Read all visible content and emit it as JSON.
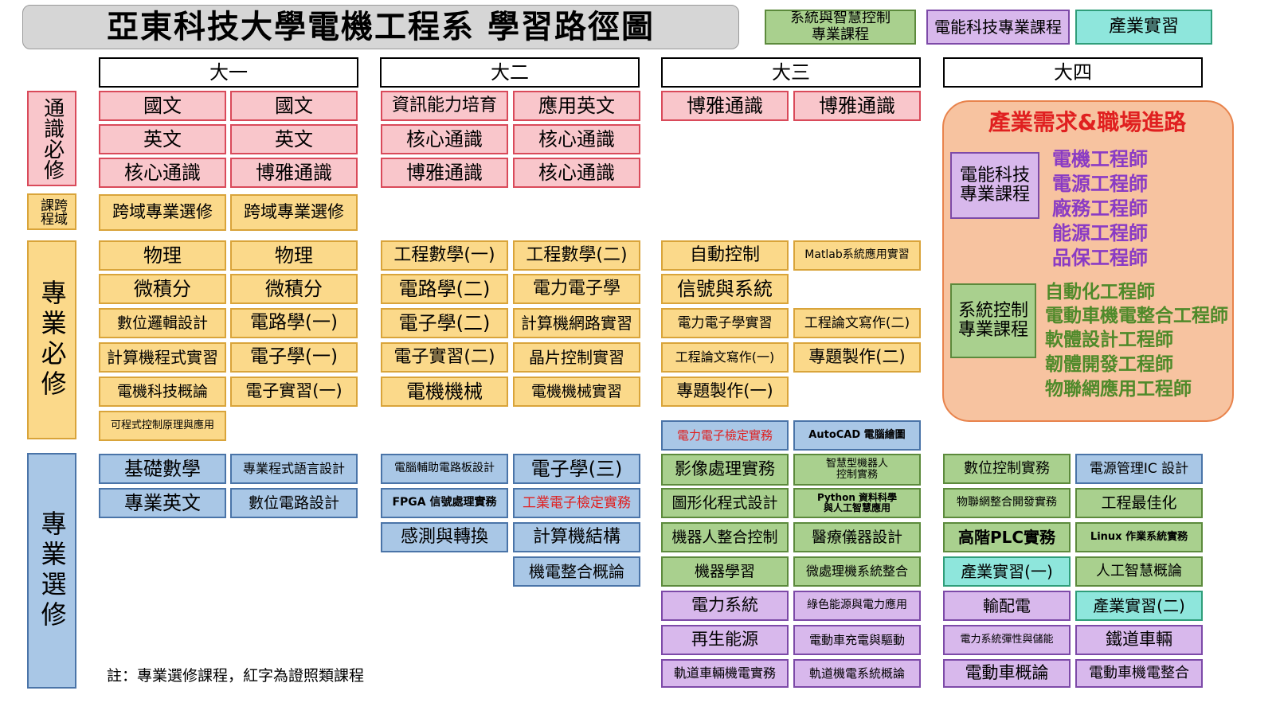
{
  "title": "亞東科技大學電機工程系  學習路徑圖",
  "legend": [
    {
      "text": "系統與智慧控制\n專業課程",
      "color": "green"
    },
    {
      "text": "電能科技專業課程",
      "color": "purple"
    },
    {
      "text": "產業實習",
      "color": "teal"
    }
  ],
  "years": [
    "大一",
    "大二",
    "大三",
    "大四"
  ],
  "sections": {
    "general": "通識必修",
    "cross": "跨域課程",
    "required": "專業必修",
    "elective": "專業選修"
  },
  "note": "註：專業選修課程，紅字為證照類課程",
  "career": {
    "title": "產業需求&職場進路",
    "group1": {
      "label": "電能科技\n專業課程",
      "jobs": [
        "電機工程師",
        "電源工程師",
        "廠務工程師",
        "能源工程師",
        "品保工程師"
      ]
    },
    "group2": {
      "label": "系統控制\n專業課程",
      "jobs": [
        "自動化工程師",
        "電動車機電整合工程師",
        "軟體設計工程師",
        "韌體開發工程師",
        "物聯網應用工程師"
      ]
    }
  },
  "courses": {
    "y1a_general": [
      "國文",
      "英文",
      "核心通識"
    ],
    "y1b_general": [
      "國文",
      "英文",
      "博雅通識"
    ],
    "y1_cross": [
      "跨域專業選修",
      "跨域專業選修"
    ],
    "y1a_required": [
      "物理",
      "微積分",
      "數位邏輯設計",
      "計算機程式實習",
      "電機科技概論",
      "可程式控制原理與應用"
    ],
    "y1b_required": [
      "物理",
      "微積分",
      "電路學(一)",
      "電子學(一)",
      "電子實習(一)"
    ],
    "y1a_elective": [
      "基礎數學",
      "專業英文"
    ],
    "y1b_elective": [
      "專業程式語言設計",
      "數位電路設計"
    ],
    "y2a_general": [
      "資訊能力培育",
      "核心通識",
      "博雅通識"
    ],
    "y2b_general": [
      "應用英文",
      "核心通識",
      "核心通識"
    ],
    "y2a_required": [
      "工程數學(一)",
      "電路學(二)",
      "電子學(二)",
      "電子實習(二)",
      "電機機械"
    ],
    "y2b_required": [
      "工程數學(二)",
      "電力電子學",
      "計算機網路實習",
      "晶片控制實習",
      "電機機械實習"
    ],
    "y2a_elective": [
      "電腦輔助電路板設計",
      "FPGA 信號處理實務",
      "感測與轉換"
    ],
    "y2b_elective": [
      "電子學(三)",
      "工業電子檢定實務",
      "計算機結構",
      "機電整合概論"
    ],
    "y3a_general": [
      "博雅通識"
    ],
    "y3b_general": [
      "博雅通識"
    ],
    "y3a_required": [
      "自動控制",
      "信號與系統",
      "電力電子學實習",
      "工程論文寫作(一)",
      "專題製作(一)"
    ],
    "y3b_required": [
      "Matlab系統應用實習",
      "工程論文寫作(二)",
      "專題製作(二)"
    ],
    "y3a_elective": [
      "電力電子檢定實務",
      "影像處理實務",
      "圖形化程式設計",
      "機器人整合控制",
      "機器學習",
      "電力系統",
      "再生能源",
      "軌道車輛機電實務"
    ],
    "y3b_elective": [
      "AutoCAD  電腦繪圖",
      "智慧型機器人\n控制實務",
      "Python 資料科學\n與人工智慧應用",
      "醫療儀器設計",
      "微處理機系統整合",
      "綠色能源與電力應用",
      "電動車充電與驅動",
      "軌道機電系統概論"
    ],
    "y4a_elective": [
      "數位控制實務",
      "物聯網整合開發實務",
      "高階PLC實務",
      "產業實習(一)",
      "輸配電",
      "電力系統彈性與儲能",
      "電動車概論"
    ],
    "y4b_elective": [
      "電源管理IC 設計",
      "工程最佳化",
      "Linux 作業系統實務",
      "人工智慧概論",
      "產業實習(二)",
      "鐵道車輛",
      "電動車機電整合"
    ]
  }
}
